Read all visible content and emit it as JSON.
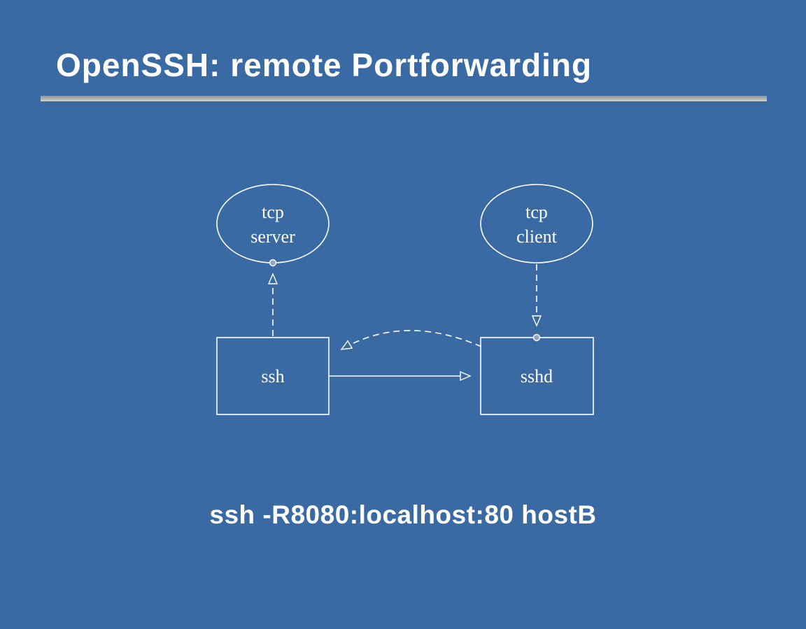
{
  "slide": {
    "title": "OpenSSH: remote Portforwarding",
    "command": "ssh -R8080:localhost:80 hostB",
    "colors": {
      "background": "#3a6aa4",
      "foreground": "#ffffff",
      "divider": "#a9aea8"
    }
  },
  "diagram": {
    "nodes": {
      "tcp_server": {
        "line1": "tcp",
        "line2": "server",
        "shape": "ellipse"
      },
      "tcp_client": {
        "line1": "tcp",
        "line2": "client",
        "shape": "ellipse"
      },
      "ssh": {
        "label": "ssh",
        "shape": "rect"
      },
      "sshd": {
        "label": "sshd",
        "shape": "rect"
      }
    },
    "edges": [
      {
        "from": "ssh",
        "to": "tcp_server",
        "style": "dashed",
        "direction": "up"
      },
      {
        "from": "tcp_client",
        "to": "sshd",
        "style": "dashed",
        "direction": "down"
      },
      {
        "from": "ssh",
        "to": "sshd",
        "style": "solid",
        "direction": "right"
      },
      {
        "from": "sshd",
        "to": "ssh",
        "style": "dashed-curved",
        "direction": "left"
      }
    ]
  }
}
